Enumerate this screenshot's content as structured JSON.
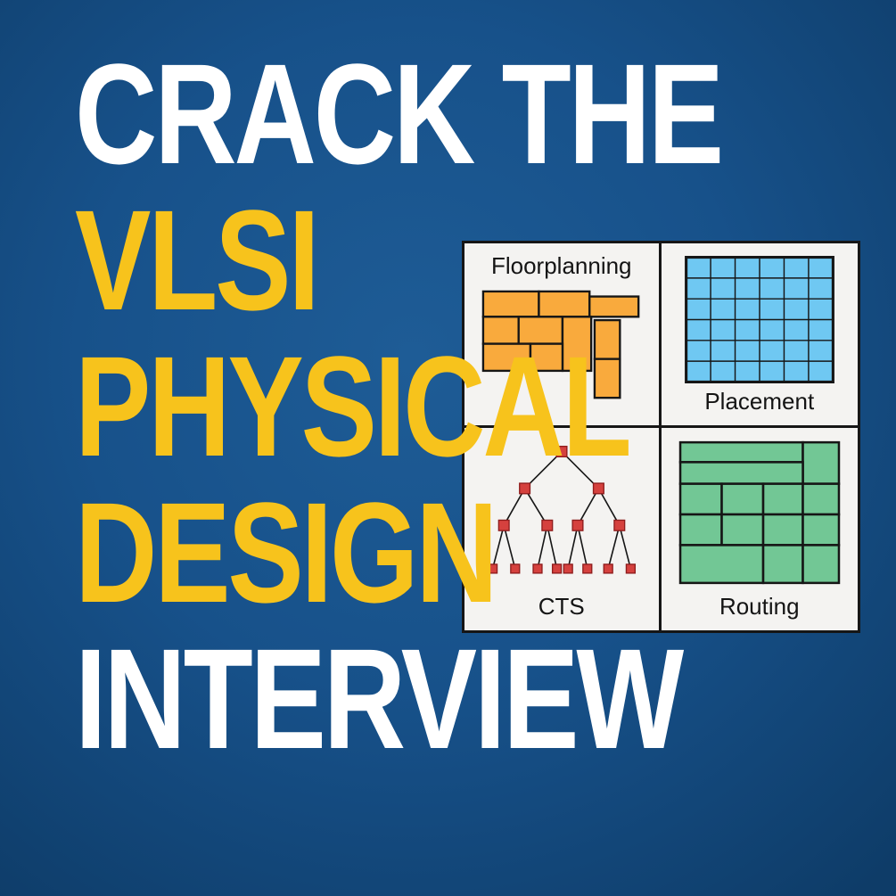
{
  "title": {
    "lines": [
      {
        "text": "CRACK THE",
        "color": "#ffffff"
      },
      {
        "text": "VLSI",
        "color": "#f7c31c"
      },
      {
        "text": "PHYSICAL",
        "color": "#f7c31c"
      },
      {
        "text": "DESIGN",
        "color": "#f7c31c"
      },
      {
        "text": "INTERVIEW",
        "color": "#ffffff"
      }
    ]
  },
  "diagram": {
    "background": "#f4f3f1",
    "border_color": "#161616",
    "quadrants": {
      "floorplanning": {
        "label": "Floorplanning",
        "block_color": "#f9aa3d"
      },
      "placement": {
        "label": "Placement",
        "cell_color": "#6fc8f2",
        "grid_rows": 6,
        "grid_cols": 6
      },
      "cts": {
        "label": "CTS",
        "node_color": "#d5413e"
      },
      "routing": {
        "label": "Routing",
        "block_color": "#72c795"
      }
    }
  },
  "colors": {
    "background_center": "#1e5c96",
    "background_edge": "#0e3c68",
    "accent_yellow": "#f7c31c",
    "headline_white": "#ffffff"
  }
}
